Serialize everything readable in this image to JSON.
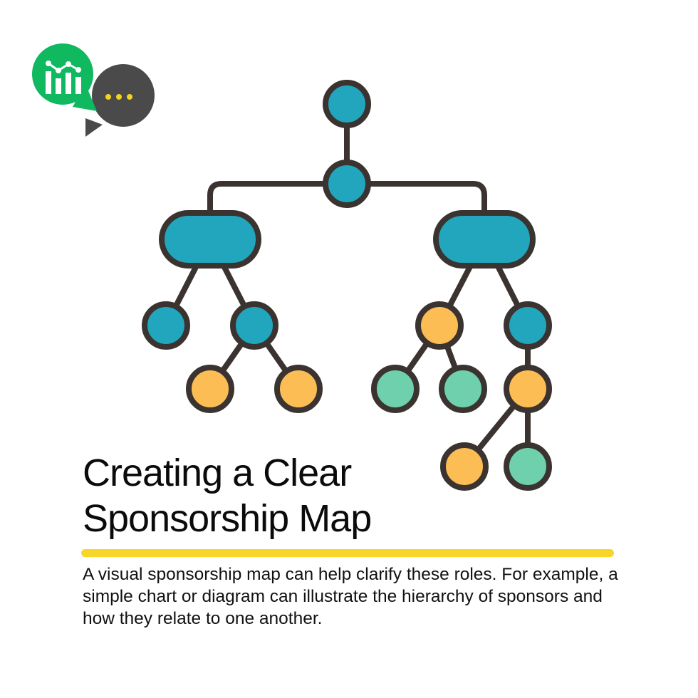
{
  "logo": {
    "icon": "bar-chart-chat-icon",
    "colors": {
      "green": "#10b860",
      "dark": "#4a4a4a",
      "dots": "#f5d21c"
    }
  },
  "diagram": {
    "type": "hierarchy-tree",
    "colors": {
      "outline": "#3a3330",
      "blue": "#21a6bd",
      "orange": "#fdbd55",
      "green": "#6fd0ad"
    },
    "nodes": [
      {
        "id": "root",
        "shape": "circle",
        "color": "blue"
      },
      {
        "id": "hub",
        "shape": "circle",
        "color": "blue"
      },
      {
        "id": "left-group",
        "shape": "pill",
        "color": "blue"
      },
      {
        "id": "right-group",
        "shape": "pill",
        "color": "blue"
      },
      {
        "id": "l1",
        "shape": "circle",
        "color": "blue"
      },
      {
        "id": "l2",
        "shape": "circle",
        "color": "blue"
      },
      {
        "id": "l2a",
        "shape": "circle",
        "color": "orange"
      },
      {
        "id": "l2b",
        "shape": "circle",
        "color": "orange"
      },
      {
        "id": "r1",
        "shape": "circle",
        "color": "orange"
      },
      {
        "id": "r1a",
        "shape": "circle",
        "color": "green"
      },
      {
        "id": "r1b",
        "shape": "circle",
        "color": "green"
      },
      {
        "id": "r2",
        "shape": "circle",
        "color": "blue"
      },
      {
        "id": "r2a",
        "shape": "circle",
        "color": "orange"
      },
      {
        "id": "r2a1",
        "shape": "circle",
        "color": "orange"
      },
      {
        "id": "r2a2",
        "shape": "circle",
        "color": "green"
      }
    ],
    "edges": [
      [
        "root",
        "hub"
      ],
      [
        "hub",
        "left-group"
      ],
      [
        "hub",
        "right-group"
      ],
      [
        "left-group",
        "l1"
      ],
      [
        "left-group",
        "l2"
      ],
      [
        "l2",
        "l2a"
      ],
      [
        "l2",
        "l2b"
      ],
      [
        "right-group",
        "r1"
      ],
      [
        "right-group",
        "r2"
      ],
      [
        "r1",
        "r1a"
      ],
      [
        "r1",
        "r1b"
      ],
      [
        "r2",
        "r2a"
      ],
      [
        "r2a",
        "r2a1"
      ],
      [
        "r2a",
        "r2a2"
      ]
    ]
  },
  "heading": {
    "line1": "Creating a Clear",
    "line2": "Sponsorship Map"
  },
  "accent_color": "#f7d627",
  "body": "A visual sponsorship map can help clarify these roles. For example, a simple chart or diagram can illustrate the hierarchy of sponsors and how they relate to one another."
}
